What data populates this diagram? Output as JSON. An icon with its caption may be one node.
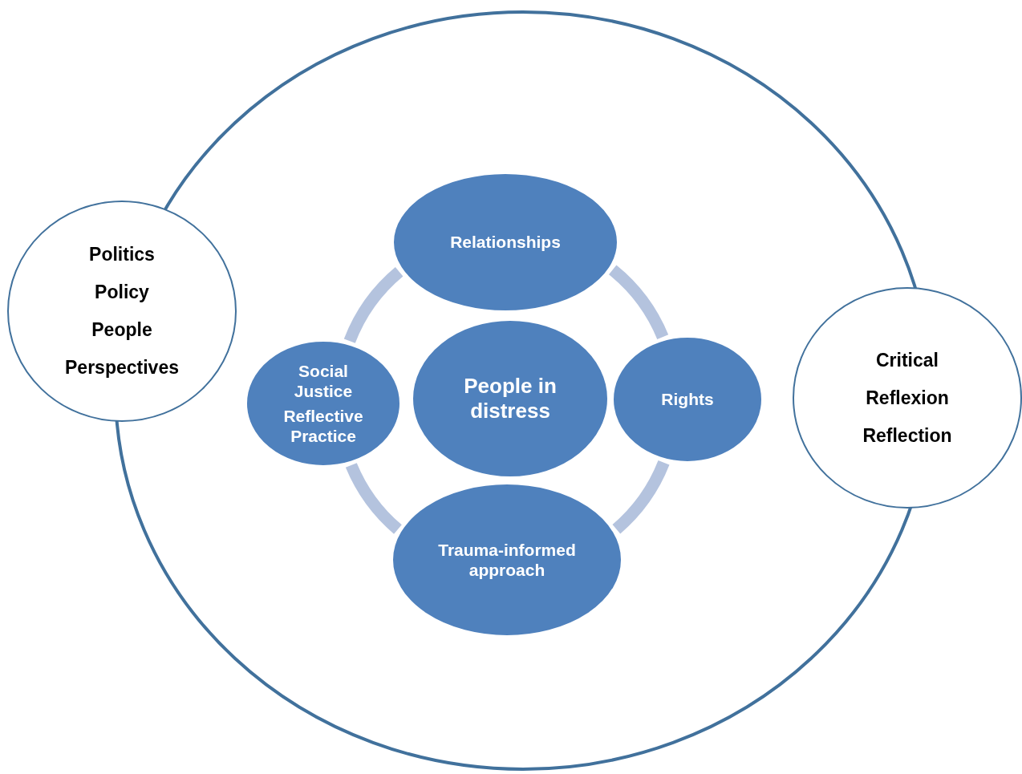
{
  "diagram": {
    "nodes": [
      {
        "text": [],
        "shape": "circle"
      },
      {
        "text": [
          "Politics",
          "Policy",
          "People",
          "Perspectives"
        ]
      },
      {
        "text": [
          "Relationships"
        ],
        "in": 0
      },
      {
        "text": [
          "Social Justice",
          "Reflective Practice"
        ],
        "in": 0
      },
      {
        "text": [
          "People in distress"
        ],
        "in": 0
      },
      {
        "text": [
          "Rights"
        ],
        "in": 0
      },
      {
        "text": [
          "Critical",
          "Reflexion",
          "Reflection"
        ]
      },
      {
        "text": [
          "Trauma-informed approach"
        ],
        "in": 0
      }
    ],
    "edges": [
      {
        "from": 2,
        "to": 5,
        "arrow": "none"
      },
      {
        "from": 5,
        "to": 7,
        "arrow": "none"
      },
      {
        "from": 7,
        "to": 3,
        "arrow": "none"
      },
      {
        "from": 3,
        "to": 2,
        "arrow": "none"
      }
    ]
  }
}
